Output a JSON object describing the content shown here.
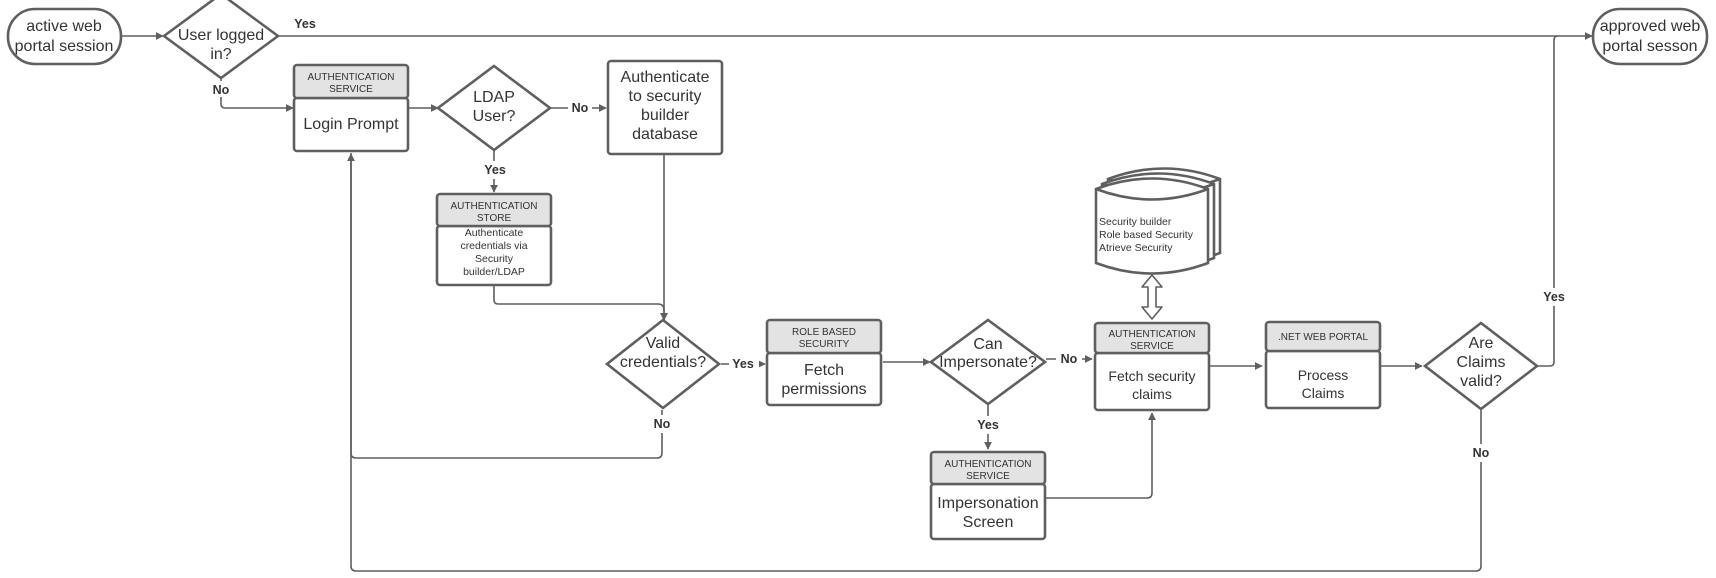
{
  "colors": {
    "stroke": "#5f5f5f",
    "header_fill": "#e3e3e3",
    "text": "#333333",
    "background": "#ffffff"
  },
  "terminals": {
    "start": [
      "active web",
      "portal session"
    ],
    "end": [
      "approved web",
      "portal sesson"
    ]
  },
  "decisions": {
    "user_logged_in": [
      "User logged",
      "in?"
    ],
    "ldap_user": [
      "LDAP",
      "User?"
    ],
    "valid_credentials": [
      "Valid",
      "credentials?"
    ],
    "can_impersonate": [
      "Can",
      "Impersonate?"
    ],
    "claims_valid": [
      "Are",
      "Claims",
      "valid?"
    ]
  },
  "processes": {
    "login_prompt": {
      "header": [
        "AUTHENTICATION",
        "SERVICE"
      ],
      "body": [
        "Login Prompt"
      ]
    },
    "authenticate_db": {
      "body": [
        "Authenticate",
        "to security",
        "builder",
        "database"
      ]
    },
    "auth_store": {
      "header": [
        "AUTHENTICATION",
        "STORE"
      ],
      "body": [
        "Authenticate",
        "credentials via",
        "Security",
        "builder/LDAP"
      ]
    },
    "fetch_permissions": {
      "header": [
        "ROLE BASED",
        "SECURITY"
      ],
      "body": [
        "Fetch",
        "permissions"
      ]
    },
    "fetch_claims": {
      "header": [
        "AUTHENTICATION",
        "SERVICE"
      ],
      "body": [
        "Fetch security",
        "claims"
      ]
    },
    "process_claims": {
      "header": [
        ".NET WEB PORTAL"
      ],
      "body": [
        "Process",
        "Claims"
      ]
    },
    "impersonation": {
      "header": [
        "AUTHENTICATION",
        "SERVICE"
      ],
      "body": [
        "Impersonation",
        "Screen"
      ]
    }
  },
  "datastore": {
    "lines": [
      "Security builder",
      "Role based Security",
      "Atrieve Security"
    ]
  },
  "edge_labels": {
    "logged_in_yes": "Yes",
    "logged_in_no": "No",
    "ldap_no": "No",
    "ldap_yes": "Yes",
    "valid_yes": "Yes",
    "valid_no": "No",
    "impersonate_no": "No",
    "impersonate_yes": "Yes",
    "claims_yes": "Yes",
    "claims_no": "No"
  }
}
